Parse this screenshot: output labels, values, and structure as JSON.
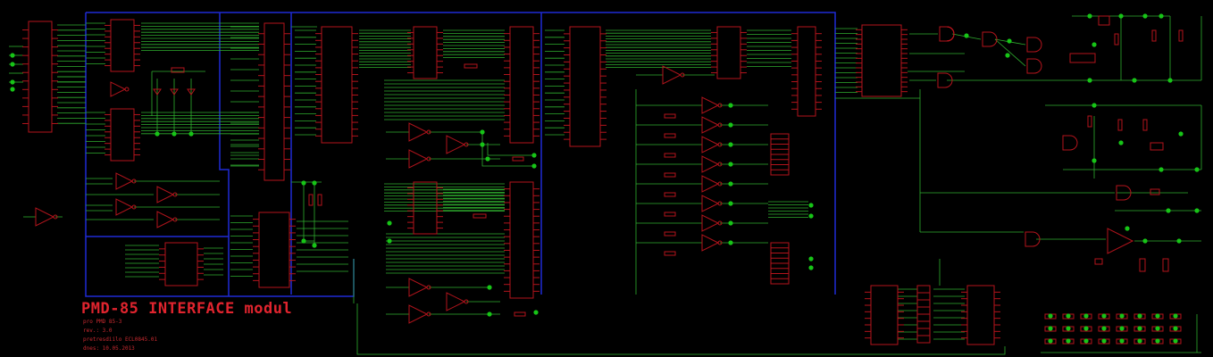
{
  "title_block": {
    "title": "PMD-85 INTERFACE modul",
    "line1": "pro PMD 85-3",
    "line2": "rev.: 3.0",
    "line3": "pretresdiilo ECL0845.01",
    "line4": "dnes: 10.05.2013"
  },
  "colors": {
    "background": "#000000",
    "wire": "#2fae2f",
    "bus": "#1f2ad6",
    "component": "#b3141c",
    "junction": "#17c417",
    "label": "#d0d0d0"
  }
}
